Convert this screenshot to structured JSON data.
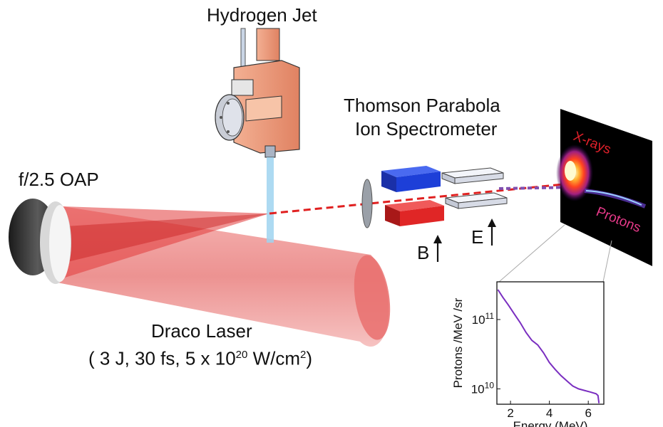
{
  "labels": {
    "jet": "Hydrogen Jet",
    "spectrometer_line1": "Thomson Parabola",
    "spectrometer_line2": "Ion Spectrometer",
    "oap": "f/2.5 OAP",
    "laser_line1": "Draco Laser",
    "laser_params": {
      "open": "( 3 J, 30 fs, 5 x 10",
      "exp": "20",
      "mid": " W/cm",
      "sq": "2",
      "close": ")"
    },
    "b_field": "B",
    "e_field": "E",
    "xrays": "X-rays",
    "protons": "Protons"
  },
  "colors": {
    "laser": "#e8413f",
    "beam_dash": "#e02020",
    "proton_dash": "#8050b0",
    "jet_copper": "#e9967a",
    "jet_stream": "#9fd3f0",
    "magnet_top": "#1d3fd8",
    "magnet_bottom": "#e02626",
    "electrode": "#e6e9f2",
    "spectrum_line": "#7a2ec0"
  },
  "chart_data": {
    "type": "line",
    "xlabel": "Energy (MeV)",
    "ylabel": "Protons /MeV /sr",
    "xlim": [
      1.3,
      6.8
    ],
    "ylim": [
      6000000000.0,
      350000000000.0
    ],
    "log_y": true,
    "x_ticks": [
      2,
      4,
      6
    ],
    "x_tick_labels": [
      "2",
      "4",
      "6"
    ],
    "y_ticks": [
      10000000000.0,
      100000000000.0
    ],
    "y_tick_labels": [
      {
        "base": "10",
        "exp": "10"
      },
      {
        "base": "10",
        "exp": "11"
      }
    ],
    "grid": false,
    "series": [
      {
        "x": [
          1.35,
          1.6,
          1.9,
          2.2,
          2.5,
          2.8,
          3.1,
          3.4,
          3.7,
          4.0,
          4.3,
          4.6,
          4.9,
          5.2,
          5.5,
          5.8,
          6.1,
          6.4,
          6.5,
          6.55
        ],
        "y": [
          270000000000.0,
          210000000000.0,
          160000000000.0,
          120000000000.0,
          90000000000.0,
          65000000000.0,
          50000000000.0,
          43000000000.0,
          33000000000.0,
          24000000000.0,
          19000000000.0,
          15500000000.0,
          13000000000.0,
          11000000000.0,
          10000000000.0,
          9500000000.0,
          9000000000.0,
          8500000000.0,
          8000000000.0,
          6200000000.0
        ]
      }
    ]
  }
}
